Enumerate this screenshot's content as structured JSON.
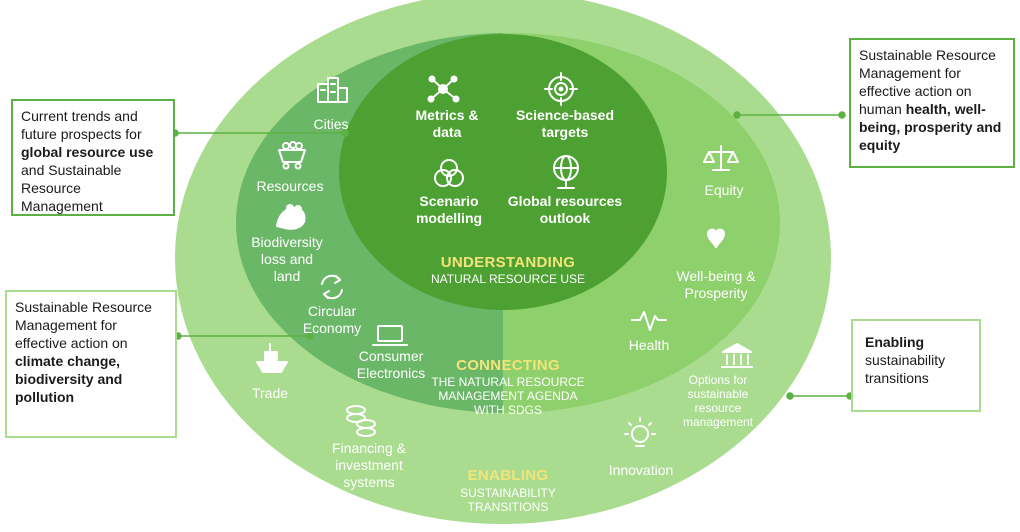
{
  "understanding": {
    "heading": "UNDERSTANDING",
    "sub": "NATURAL RESOURCE USE",
    "items": {
      "metrics": [
        "Metrics &",
        "data"
      ],
      "science": [
        "Science-based",
        "targets"
      ],
      "scenario": [
        "Scenario",
        "modelling"
      ],
      "global": [
        "Global resources",
        "outlook"
      ]
    }
  },
  "connecting": {
    "heading": "CONNECTING",
    "sub": [
      "THE NATURAL RESOURCE",
      "MANAGEMENT AGENDA",
      "WITH SDGS"
    ],
    "items": {
      "cities": "Cities",
      "resources": "Resources",
      "biodiversity": [
        "Biodiversity",
        "loss and",
        "land"
      ],
      "circular": [
        "Circular",
        "Economy"
      ],
      "consumer": [
        "Consumer",
        "Electronics"
      ],
      "equity": "Equity",
      "wellbeing": [
        "Well-being &",
        "Prosperity"
      ],
      "health": "Health"
    }
  },
  "enabling": {
    "heading": "ENABLING",
    "sub": [
      "SUSTAINABILITY",
      "TRANSITIONS"
    ],
    "items": {
      "trade": "Trade",
      "financing": [
        "Financing &",
        "investment",
        "systems"
      ],
      "options": [
        "Options for",
        "sustainable",
        "resource",
        "management"
      ],
      "innovation": "Innovation"
    }
  },
  "callouts": {
    "top_left": {
      "t1": "Current trends and",
      "t2": "future prospects for",
      "b1": "global resource use",
      "t3": "and Sustainable",
      "t4": "Resource Management"
    },
    "mid_left": {
      "t1": "Sustainable Resource",
      "t2": "Management for",
      "t3": "effective action on",
      "b1": "climate change,",
      "b2": "biodiversity and",
      "b3": "pollution"
    },
    "top_right": {
      "t1": "Sustainable Resource",
      "t2": "Management for",
      "t3": "effective action on",
      "t4": "human ",
      "b1": "health, well-",
      "b2": "being, prosperity and",
      "b3": "equity"
    },
    "bottom_right": {
      "b1": "Enabling",
      "t1": "sustainability",
      "t2": "transitions"
    }
  },
  "colors": {
    "outer": "#a9dc8f",
    "middle": "#8ed06b",
    "left_band": "#6bb768",
    "inner": "#4da132",
    "heading": "#f3e47a",
    "callout_border": "#5cb044"
  }
}
